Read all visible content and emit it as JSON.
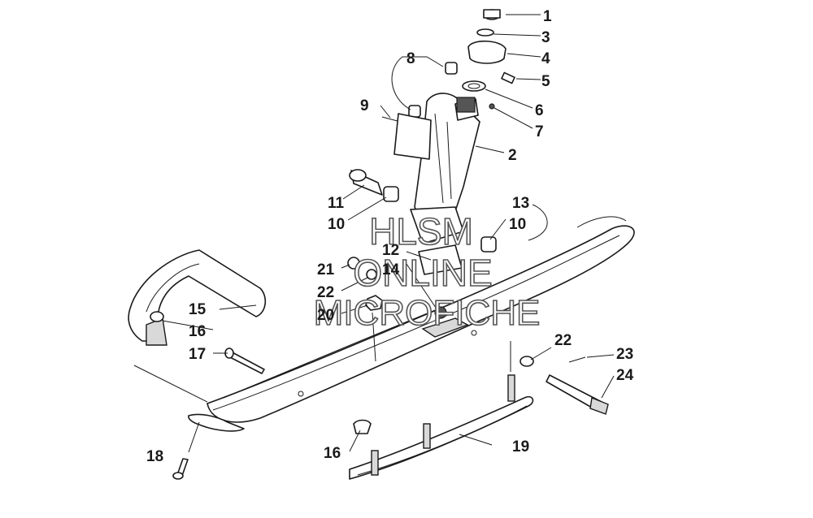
{
  "watermark": {
    "line1": "HLSM",
    "line2": "ONLINE",
    "line3": "MICROFICHE"
  },
  "callouts": {
    "c1": "1",
    "c2": "2",
    "c3": "3",
    "c4": "4",
    "c5": "5",
    "c6": "6",
    "c7": "7",
    "c8": "8",
    "c9": "9",
    "c10a": "10",
    "c10b": "10",
    "c11": "11",
    "c12": "12",
    "c13": "13",
    "c14": "14",
    "c15": "15",
    "c16a": "16",
    "c16b": "16",
    "c17": "17",
    "c18": "18",
    "c19": "19",
    "c20": "20",
    "c21": "21",
    "c22a": "22",
    "c22b": "22",
    "c23": "23",
    "c24": "24"
  }
}
